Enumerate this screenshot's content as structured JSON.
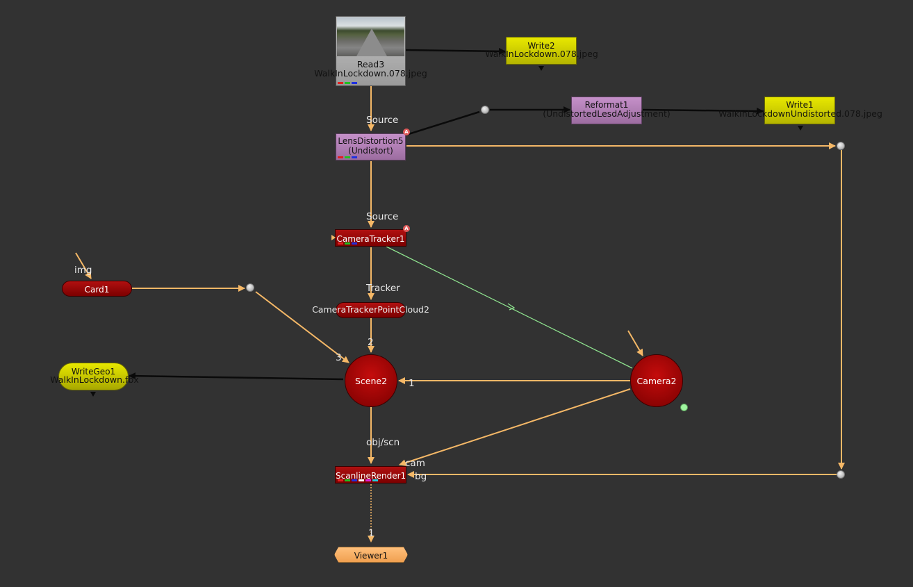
{
  "nodes": {
    "read3": {
      "name": "Read3",
      "file": "WalkInLockdown.078.jpeg"
    },
    "write2": {
      "name": "Write2",
      "file": "WalkInLockdown.078.jpeg"
    },
    "reformat1": {
      "name": "Reformat1",
      "sub": "(UndistortedLesdAdjustment)"
    },
    "write1": {
      "name": "Write1",
      "file": "WalkInLockdownUndistorted.078.jpeg"
    },
    "lens": {
      "name": "LensDistortion5",
      "sub": "(Undistort)"
    },
    "tracker": {
      "name": "CameraTracker1"
    },
    "card": {
      "name": "Card1"
    },
    "pointcloud": {
      "name": "CameraTrackerPointCloud2"
    },
    "writegeo": {
      "name": "WriteGeo1",
      "file": "WalkInLockdown.fbx"
    },
    "scene": {
      "name": "Scene2"
    },
    "camera": {
      "name": "Camera2"
    },
    "scanline": {
      "name": "ScanlineRender1"
    },
    "viewer": {
      "name": "Viewer1"
    }
  },
  "inputs": {
    "source_lens": "Source",
    "source_tracker": "Source",
    "img": "img",
    "tracker": "Tracker",
    "scene_in_2": "2",
    "scene_in_3": "3",
    "scene_in_1": "1",
    "objscn": "obj/scn",
    "cam": "cam",
    "bg": "bg",
    "viewer_in": "1"
  },
  "warning_glyph": "A",
  "colors": {
    "background": "#323232",
    "pipe": "#f5b867",
    "black_pipe": "#0a0a0a",
    "green_pipe": "#8fe38f"
  }
}
